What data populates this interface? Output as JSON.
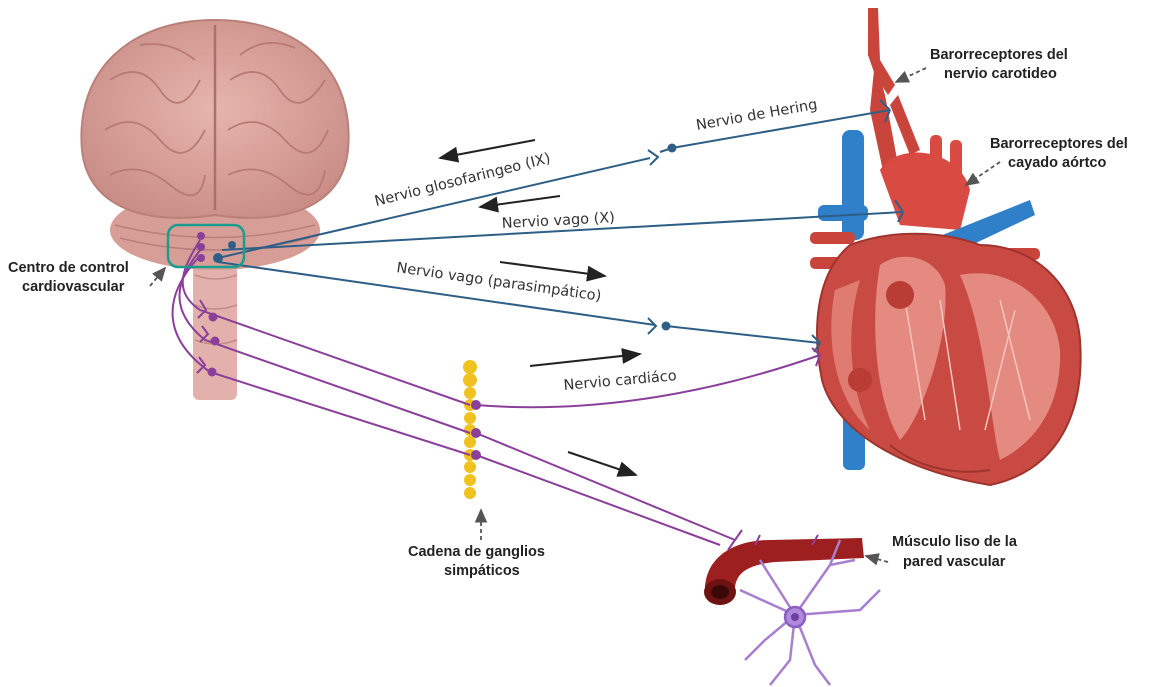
{
  "labels": {
    "carotid_baroreceptors": [
      "Barorreceptores del",
      "nervio carotideo"
    ],
    "aortic_baroreceptors": [
      "Barorreceptores del",
      "cayado aórtco"
    ],
    "control_center": [
      "Centro de control",
      "cardiovascular"
    ],
    "ganglia_chain": [
      "Cadena de ganglios",
      "simpáticos"
    ],
    "smooth_muscle": [
      "Músculo liso de la",
      "pared vascular"
    ]
  },
  "nerves": {
    "hering": "Nervio de Hering",
    "glossopharyngeal": "Nervio glosofaringeo (IX)",
    "vagus": "Nervio vago (X)",
    "vagus_parasympathetic": "Nervio vago (parasimpático)",
    "cardiac": "Nervio cardiáco"
  },
  "colors": {
    "afferent": "#2f5f86",
    "efferent": "#8a3f9a",
    "ganglia": "#f0c21f",
    "highlight": "#1a9d8e"
  }
}
